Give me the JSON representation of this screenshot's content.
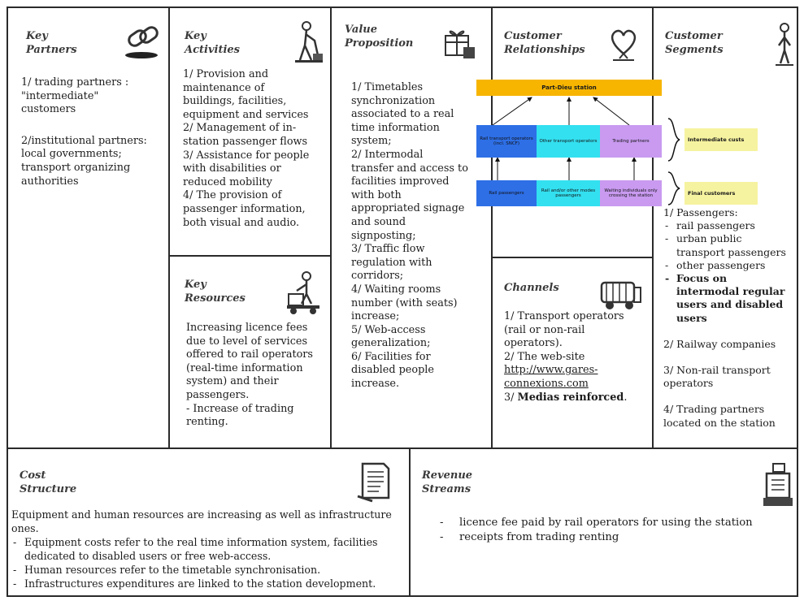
{
  "key_partners": {
    "title_line1": "Key",
    "title_line2": "Partners",
    "icon": "chain-link-icon",
    "p1_line1": "1/ trading partners :",
    "p1_line2": "\"intermediate\"",
    "p1_line3": "customers",
    "p2_line1": "2/institutional partners:",
    "p2_line2": "local governments;",
    "p2_line3": "transport organizing",
    "p2_line4": "authorities"
  },
  "key_activities": {
    "title_line1": "Key",
    "title_line2": "Activities",
    "icon": "worker-icon",
    "lines": [
      "1/ Provision and",
      "maintenance of",
      "buildings, facilities,",
      "equipment and services",
      "2/ Management of in-",
      "station passenger flows",
      "3/ Assistance for people",
      "with disabilities or",
      "reduced mobility",
      "4/ The provision of",
      "passenger information,",
      "both visual and audio."
    ]
  },
  "key_resources": {
    "title_line1": "Key",
    "title_line2": "Resources",
    "icon": "forklift-worker-icon",
    "lines": [
      "Increasing licence fees",
      "due to level of services",
      "offered to rail operators",
      "(real-time information",
      "system) and their",
      "passengers.",
      "- Increase of trading",
      "renting."
    ]
  },
  "value_proposition": {
    "title_line1": "Value",
    "title_line2": "Proposition",
    "icon": "gift-icon",
    "lines": [
      "1/ Timetables",
      "synchronization",
      "associated to a real",
      "time information",
      "system;",
      "2/ Intermodal",
      "transfer and access to",
      "facilities  improved",
      "with both",
      "appropriated signage",
      "and sound",
      "signposting;",
      "3/ Traffic flow",
      "regulation with",
      "corridors;",
      "4/ Waiting rooms",
      "number (with seats)",
      "increase;",
      "5/ Web-access",
      "generalization;",
      "6/ Facilities for",
      "disabled people",
      "increase."
    ]
  },
  "customer_relationships": {
    "title_line1": "Customer",
    "title_line2": "Relationships",
    "icon": "heart-icon",
    "diagram": {
      "top": "Part-Dieu station",
      "mid": [
        "Rail transport operators (incl. SNCF)",
        "Other transport operators",
        "Trading partners"
      ],
      "bottom": [
        "Rail passengers",
        "Rail and/or other modes passengers",
        "Waiting individuals only crossing the station"
      ],
      "colors": {
        "yellow": "#f7b500",
        "blue": "#2e6fe6",
        "cyan": "#33e0f0",
        "lilac": "#c99af0"
      }
    }
  },
  "channels": {
    "title": "Channels",
    "icon": "truck-icon",
    "l1": "1/ Transport operators",
    "l2": "(rail or non-rail",
    "l3": "operators).",
    "l4": "2/ The web-site",
    "l5": "http://www.gares-",
    "l6": "connexions.com",
    "l7_prefix": "3/ ",
    "l7_bold": "Medias reinforced",
    "l7_suffix": "."
  },
  "customer_segments": {
    "title_line1": "Customer",
    "title_line2": "Segments",
    "icon": "person-icon",
    "label_intermediate": "Intermediate custs",
    "label_final": "Final customers",
    "p1": "1/ Passengers:",
    "d1": "rail passengers",
    "d2_line1": "urban public",
    "d2_line2": "transport passengers",
    "d3": "other passengers",
    "d4_line1": "Focus on",
    "d4_line2": "intermodal regular",
    "d4_line3": "users and disabled",
    "d4_line4": "users",
    "p2": "2/ Railway companies",
    "p3_line1": "3/ Non-rail transport",
    "p3_line2": "operators",
    "p4_line1": "4/ Trading partners",
    "p4_line2": "located on the station"
  },
  "cost_structure": {
    "title_line1": "Cost",
    "title_line2": "Structure",
    "icon": "document-icon",
    "line1": "Equipment and human resources are increasing as well as infrastructure",
    "line2": "ones.",
    "b1_line1": "Equipment costs refer to the real time information system, facilities",
    "b1_line2": "dedicated to disabled users or free web-access.",
    "b2": "Human resources refer to the timetable synchronisation.",
    "b3": "Infrastructures expenditures are linked to the station development."
  },
  "revenue_streams": {
    "title_line1": "Revenue",
    "title_line2": "Streams",
    "icon": "cash-register-icon",
    "items": [
      "licence fee paid by rail operators for using the station",
      "receipts from trading renting"
    ]
  }
}
